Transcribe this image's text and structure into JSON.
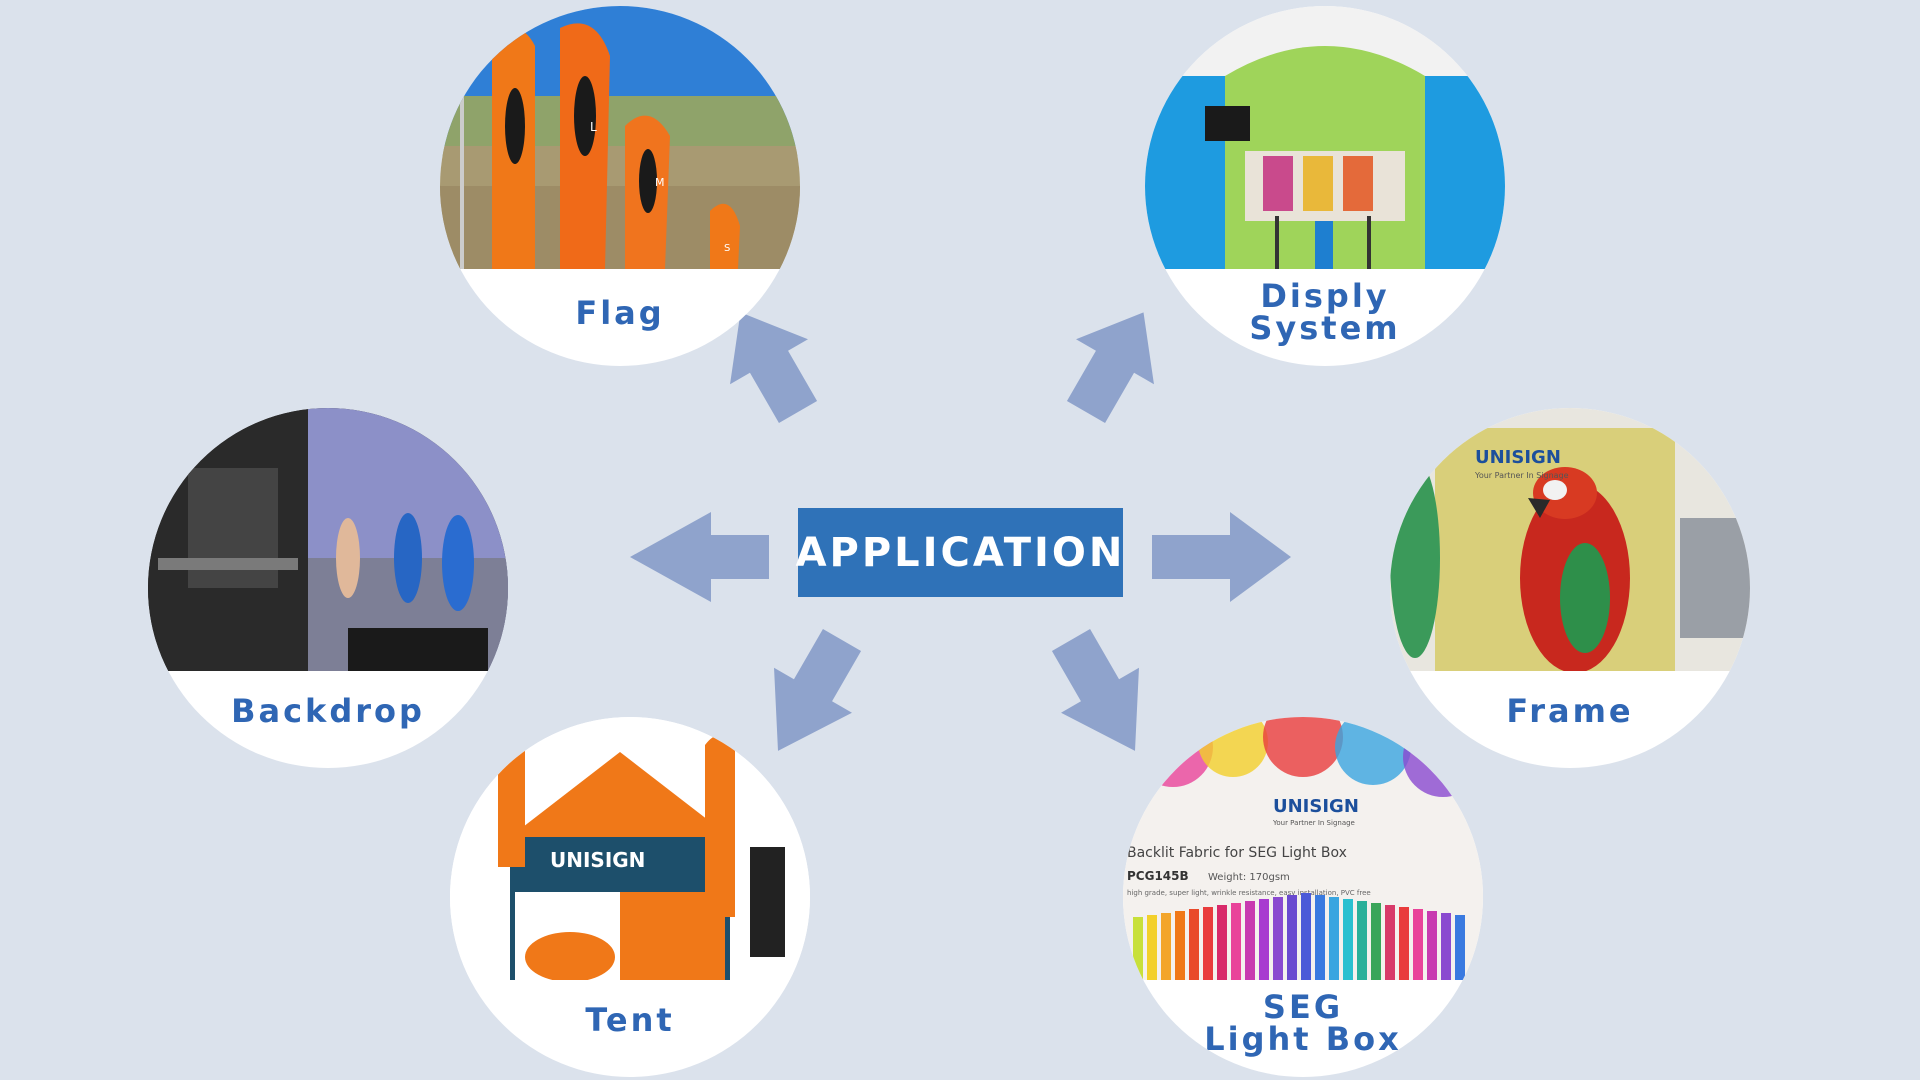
{
  "center": {
    "label": "APPLICATION"
  },
  "applications": [
    {
      "id": "flag",
      "label_lines": [
        "Flag"
      ]
    },
    {
      "id": "display",
      "label_lines": [
        "Disply",
        "System"
      ]
    },
    {
      "id": "backdrop",
      "label_lines": [
        "Backdrop"
      ]
    },
    {
      "id": "frame",
      "label_lines": [
        "Frame"
      ]
    },
    {
      "id": "tent",
      "label_lines": [
        "Tent"
      ]
    },
    {
      "id": "seg",
      "label_lines": [
        "SEG",
        "Light Box"
      ]
    }
  ],
  "photo_text": {
    "unisign": "UNISIGN",
    "tagline": "Your Partner In Signage",
    "seg_title": "Backlit Fabric for SEG Light Box",
    "seg_code": "PCG145B",
    "seg_weight": "Weight: 170gsm",
    "seg_desc": "high grade, super light, wrinkle resistance, easy installation, PVC free",
    "flag_letters": [
      "L",
      "M",
      "S"
    ]
  },
  "colors": {
    "background": "#dbe2ec",
    "center_box": "#2f72b8",
    "label_text": "#2f66b4",
    "arrow": "#8fa3cc"
  }
}
